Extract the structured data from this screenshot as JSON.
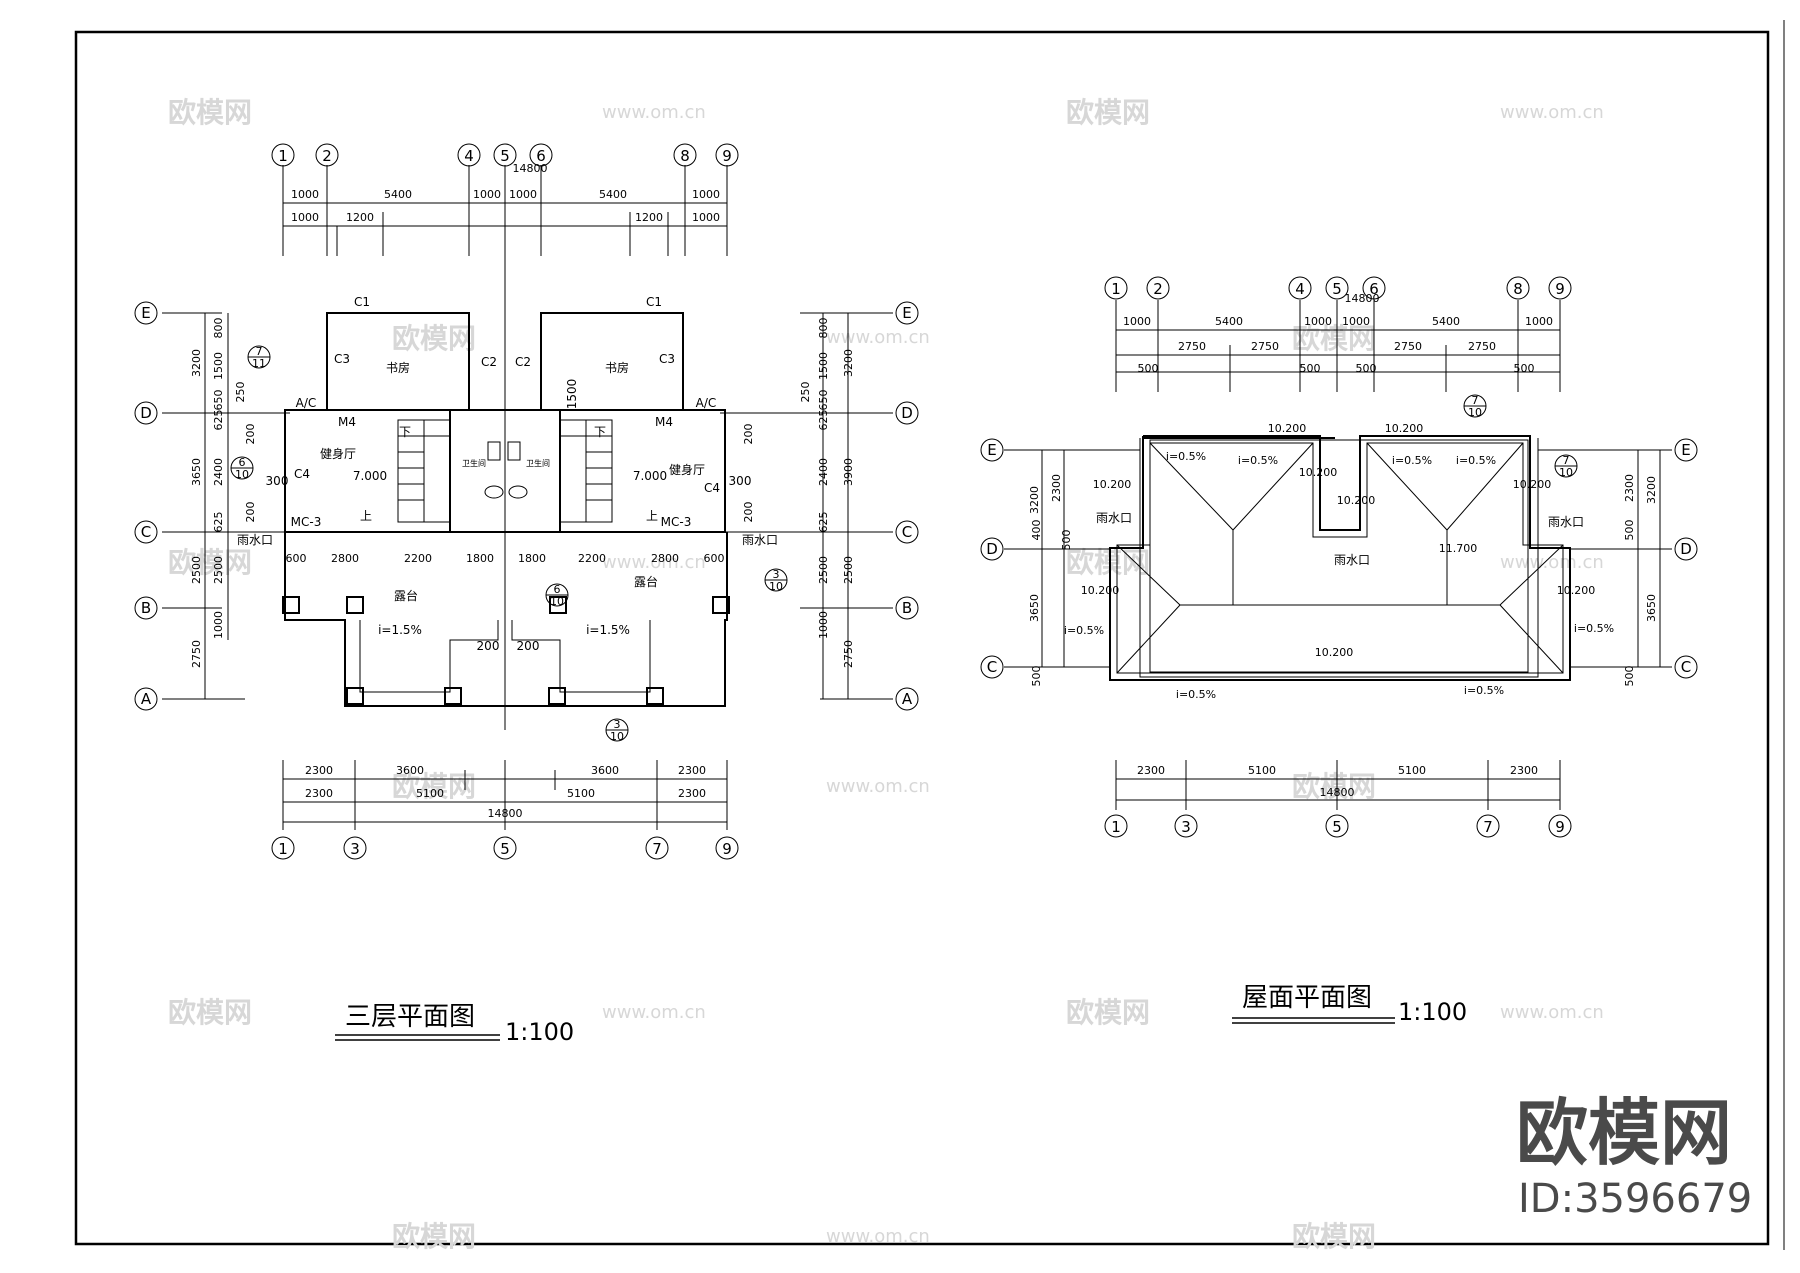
{
  "left_plan": {
    "title": "三层平面图",
    "scale": "1:100",
    "top_axes": [
      "1",
      "2",
      "4",
      "5",
      "6",
      "8",
      "9"
    ],
    "bottom_axes": [
      "1",
      "3",
      "5",
      "7",
      "9"
    ],
    "left_axes": [
      "E",
      "D",
      "C",
      "B",
      "A"
    ],
    "right_axes": [
      "E",
      "D",
      "C",
      "B",
      "A"
    ],
    "top_dim_total": "14800",
    "top_dim_row1": [
      "1000",
      "5400",
      "1000",
      "1000",
      "5400",
      "1000"
    ],
    "top_dim_row2": [
      "1000",
      "1200",
      "1200",
      "1000"
    ],
    "bottom_dim_row1": [
      "2300",
      "3600",
      "3600",
      "2300"
    ],
    "bottom_dim_row2": [
      "2300",
      "5100",
      "5100",
      "2300"
    ],
    "bottom_dim_total": "14800",
    "left_dims_outer": [
      "3200",
      "3650",
      "2500",
      "2750"
    ],
    "left_dims_inner": [
      "800",
      "1500",
      "250",
      "625",
      "650",
      "200",
      "2400",
      "200",
      "625",
      "2500",
      "1000"
    ],
    "right_dims_outer": [
      "3200",
      "3900",
      "2500",
      "2750"
    ],
    "right_dims_inner": [
      "800",
      "1500",
      "250",
      "625",
      "650",
      "200",
      "2400",
      "200",
      "625",
      "2500",
      "1000"
    ],
    "facade_dims": [
      "600",
      "2800",
      "2200",
      "1800",
      "1800",
      "2200",
      "2800",
      "600"
    ],
    "rooms": {
      "study": "书房",
      "gym": "健身厅",
      "terrace": "露台",
      "washroom": "卫生间"
    },
    "labels": {
      "c1": "C1",
      "c2": "C2",
      "c3": "C3",
      "c4": "C4",
      "m4": "M4",
      "mc3": "MC-3",
      "ac": "A/C",
      "elev": "7.000",
      "down": "下",
      "up": "上",
      "drain": "雨水口",
      "slope": "i=1.5%",
      "d1500": "1500",
      "d300": "300",
      "d200": "200"
    },
    "callouts": [
      {
        "num": "7",
        "den": "11"
      },
      {
        "num": "6",
        "den": "10"
      },
      {
        "num": "3",
        "den": "10"
      },
      {
        "num": "6",
        "den": "10"
      },
      {
        "num": "3",
        "den": "10"
      }
    ]
  },
  "right_plan": {
    "title": "屋面平面图",
    "scale": "1:100",
    "top_axes": [
      "1",
      "2",
      "4",
      "5",
      "6",
      "8",
      "9"
    ],
    "bottom_axes": [
      "1",
      "3",
      "5",
      "7",
      "9"
    ],
    "left_axes": [
      "E",
      "D",
      "C"
    ],
    "right_axes": [
      "E",
      "D",
      "C"
    ],
    "top_dim_total": "14800",
    "top_dim_row1": [
      "1000",
      "5400",
      "1000",
      "1000",
      "5400",
      "1000"
    ],
    "top_dim_row2": [
      "2750",
      "2750",
      "2750",
      "2750"
    ],
    "top_dim_row3": [
      "500",
      "500",
      "500",
      "500"
    ],
    "bottom_dim_row1": [
      "2300",
      "5100",
      "5100",
      "2300"
    ],
    "bottom_dim_total": "14800",
    "left_dims_outer": [
      "3200",
      "3650"
    ],
    "left_dims_inner": [
      "2300",
      "400",
      "500",
      "500"
    ],
    "right_dims_outer": [
      "3200",
      "3650"
    ],
    "right_dims_inner": [
      "2300",
      "500",
      "500"
    ],
    "elevations": [
      "10.200",
      "10.200",
      "10.200",
      "10.200",
      "10.200",
      "10.200",
      "10.200",
      "10.200",
      "11.700"
    ],
    "slopes": [
      "i=0.5%",
      "i=0.5%",
      "i=0.5%",
      "i=0.5%",
      "i=0.5%",
      "i=0.5%",
      "i=0.5%",
      "i=0.5%"
    ],
    "drain": "雨水口",
    "callouts": [
      {
        "num": "7",
        "den": "10"
      },
      {
        "num": "7",
        "den": "10"
      }
    ]
  },
  "watermark": {
    "logo": "欧模网",
    "url": "www.om.cn",
    "brand": "欧模网",
    "id_text": "ID:3596679"
  }
}
